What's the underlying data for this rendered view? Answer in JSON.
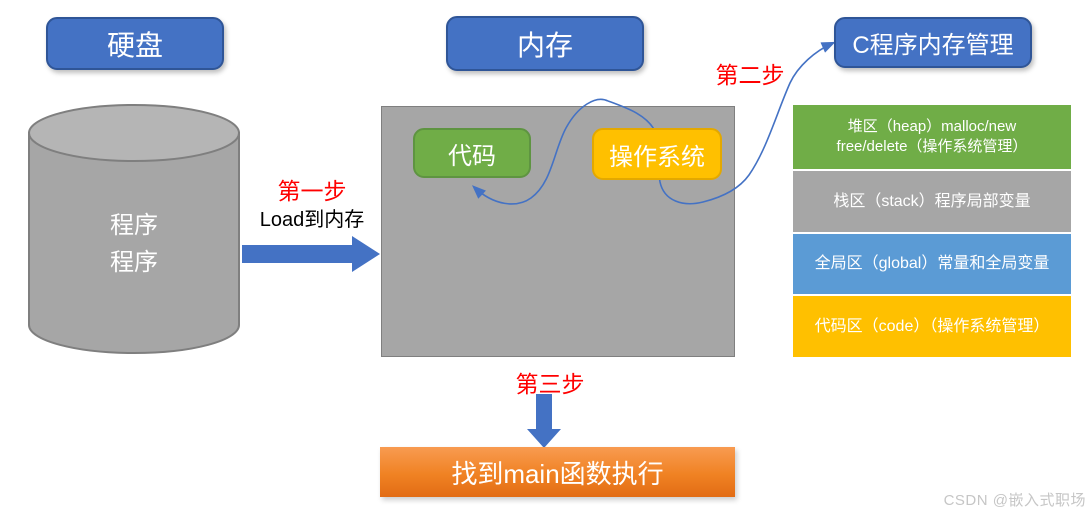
{
  "headers": {
    "disk": "硬盘",
    "memory": "内存",
    "c_memory_mgmt": "C程序内存管理"
  },
  "disk_cylinder": {
    "lines": [
      "程序",
      "程序"
    ]
  },
  "memory_region": {
    "code": "代码",
    "os": "操作系统"
  },
  "steps": {
    "step1": {
      "label": "第一步",
      "sublabel": "Load到内存"
    },
    "step2": {
      "label": "第二步"
    },
    "step3": {
      "label": "第三步"
    }
  },
  "memory_layout": {
    "rows": [
      {
        "name": "heap",
        "color": "#70AD47",
        "lines": [
          "堆区（heap）malloc/new",
          "free/delete（操作系统管理）"
        ]
      },
      {
        "name": "stack",
        "color": "#A6A6A6",
        "lines": [
          "栈区（stack）程序局部变量"
        ]
      },
      {
        "name": "global",
        "color": "#5B9BD5",
        "lines": [
          "全局区（global）常量和全局变量"
        ]
      },
      {
        "name": "code",
        "color": "#FFC000",
        "lines": [
          "代码区（code）（操作系统管理）"
        ]
      }
    ]
  },
  "result": {
    "label": "找到main函数执行"
  },
  "watermark": "CSDN @嵌入式职场",
  "colors": {
    "header_blue": "#4472C4",
    "header_border": "#2F5597",
    "green": "#70AD47",
    "yellow": "#FFC000",
    "gray": "#A6A6A6",
    "gray_border": "#7F7F7F",
    "light_blue": "#5B9BD5",
    "orange": "#ED7D31",
    "step_red": "#FF0000",
    "arrow_blue": "#4472C4",
    "watermark_gray": "#C6C6C6"
  }
}
